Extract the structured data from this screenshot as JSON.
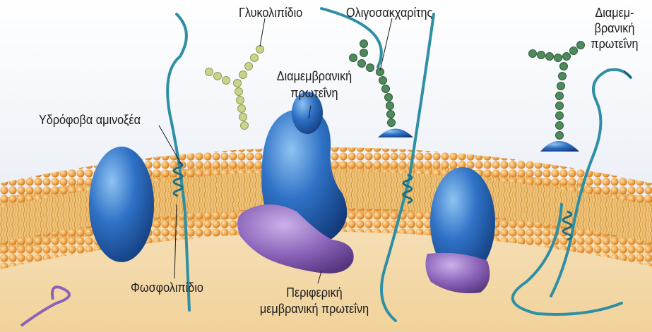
{
  "labels": {
    "glycolipid": "Γλυκολιπίδιο",
    "oligosaccharides": "Ολιγοσακχαρίτης",
    "transmembrane_right_line1": "Διαμεμ-",
    "transmembrane_right_line2": "βρανική",
    "transmembrane_right_line3": "πρωτεΐνη",
    "transmembrane_center_line1": "Διαμεμβρανική",
    "transmembrane_center_line2": "πρωτεΐνη",
    "hydrophobic_amino_acids": "Υδρόφοβα αμινοξέα",
    "phospholipid": "Φωσφολιπίδιο",
    "peripheral_line1": "Περιφερική",
    "peripheral_line2": "μεμβρανική πρωτεΐνη"
  },
  "colors": {
    "head": "#f0a850",
    "tail": "#d49a38",
    "protein": "#2f6fc0",
    "peripheral": "#8a62b8",
    "chain": "#2e8fa4",
    "glyco": "#c9d48a",
    "oligo": "#4f8a5c",
    "extracellular": "#dfe6f1",
    "cytoplasm": "#f3d9ab"
  }
}
